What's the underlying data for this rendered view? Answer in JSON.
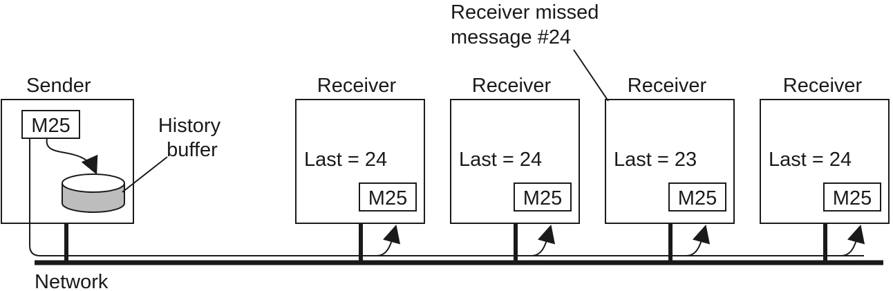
{
  "colors": {
    "line": "#1a1a1a",
    "buffer_fill": "#bdbdbd",
    "background": "#ffffff"
  },
  "sender": {
    "title": "Sender",
    "message": "M25",
    "buffer_label_line1": "History",
    "buffer_label_line2": "buffer"
  },
  "receivers": [
    {
      "title": "Receiver",
      "last": "Last = 24",
      "message": "M25"
    },
    {
      "title": "Receiver",
      "last": "Last = 24",
      "message": "M25"
    },
    {
      "title": "Receiver",
      "last": "Last = 23",
      "message": "M25"
    },
    {
      "title": "Receiver",
      "last": "Last = 24",
      "message": "M25"
    }
  ],
  "annotation": {
    "line1": "Receiver missed",
    "line2": "message #24"
  },
  "network": {
    "label": "Network"
  }
}
